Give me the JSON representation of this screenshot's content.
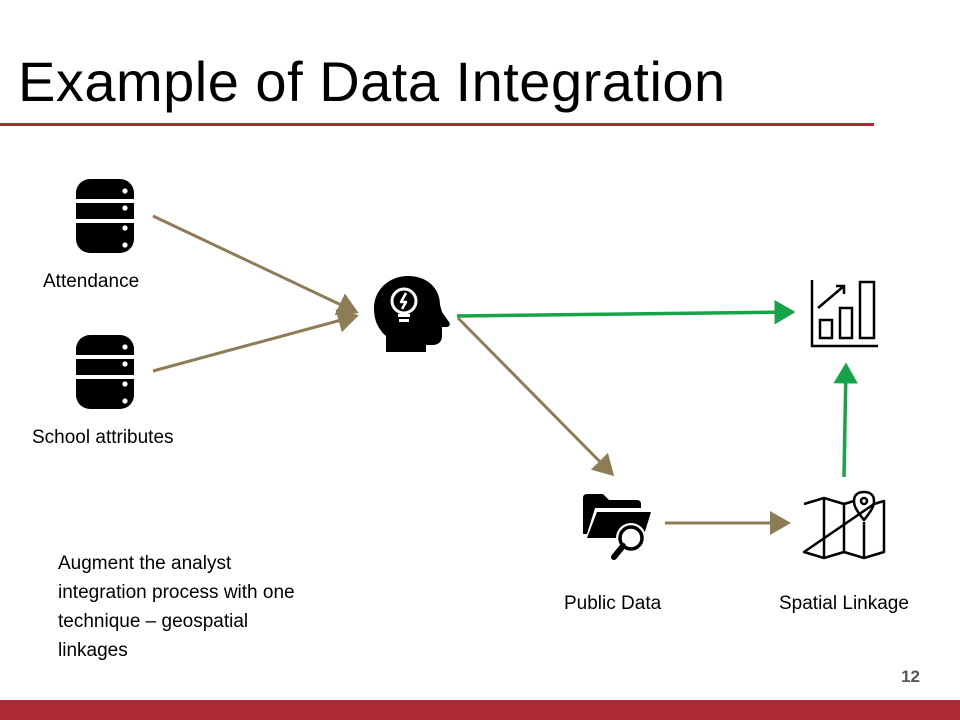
{
  "slide": {
    "title": "Example of Data Integration",
    "page_number": "12",
    "accent_color": "#ab2a34"
  },
  "nodes": {
    "attendance": {
      "label": "Attendance",
      "icon": "database-icon"
    },
    "school_attributes": {
      "label": "School attributes",
      "icon": "database-icon"
    },
    "analyst": {
      "label": "",
      "icon": "head-lightbulb-icon"
    },
    "report": {
      "label": "",
      "icon": "growth-chart-icon"
    },
    "public_data": {
      "label": "Public Data",
      "icon": "folder-search-icon"
    },
    "spatial_linkage": {
      "label": "Spatial Linkage",
      "icon": "map-pin-icon"
    }
  },
  "note": {
    "text": "Augment the analyst integration process with one technique – geospatial linkages"
  },
  "colors": {
    "arrow_olive": "#8d7d55",
    "arrow_green": "#16a34a"
  }
}
